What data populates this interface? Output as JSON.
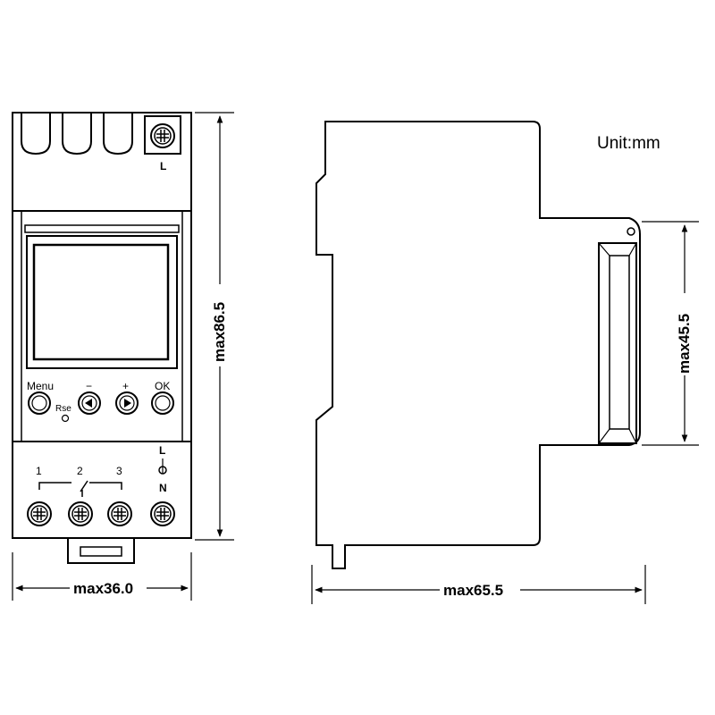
{
  "unit_label": "Unit:mm",
  "front_view": {
    "height_dim": "max86.5",
    "width_dim": "max36.0",
    "top_terminal_label": "L",
    "buttons": [
      {
        "label": "Menu",
        "icon": "circle-button-icon"
      },
      {
        "label": "−",
        "icon": "left-arrow-button-icon"
      },
      {
        "label": "+",
        "icon": "right-arrow-button-icon"
      },
      {
        "label": "OK",
        "icon": "circle-button-icon"
      }
    ],
    "reset_label": "Rse",
    "relay_terminals": [
      "1",
      "2",
      "3"
    ],
    "power_labels": {
      "l": "L",
      "n": "N"
    }
  },
  "side_view": {
    "depth_dim": "max65.5",
    "rail_dim": "max45.5"
  }
}
